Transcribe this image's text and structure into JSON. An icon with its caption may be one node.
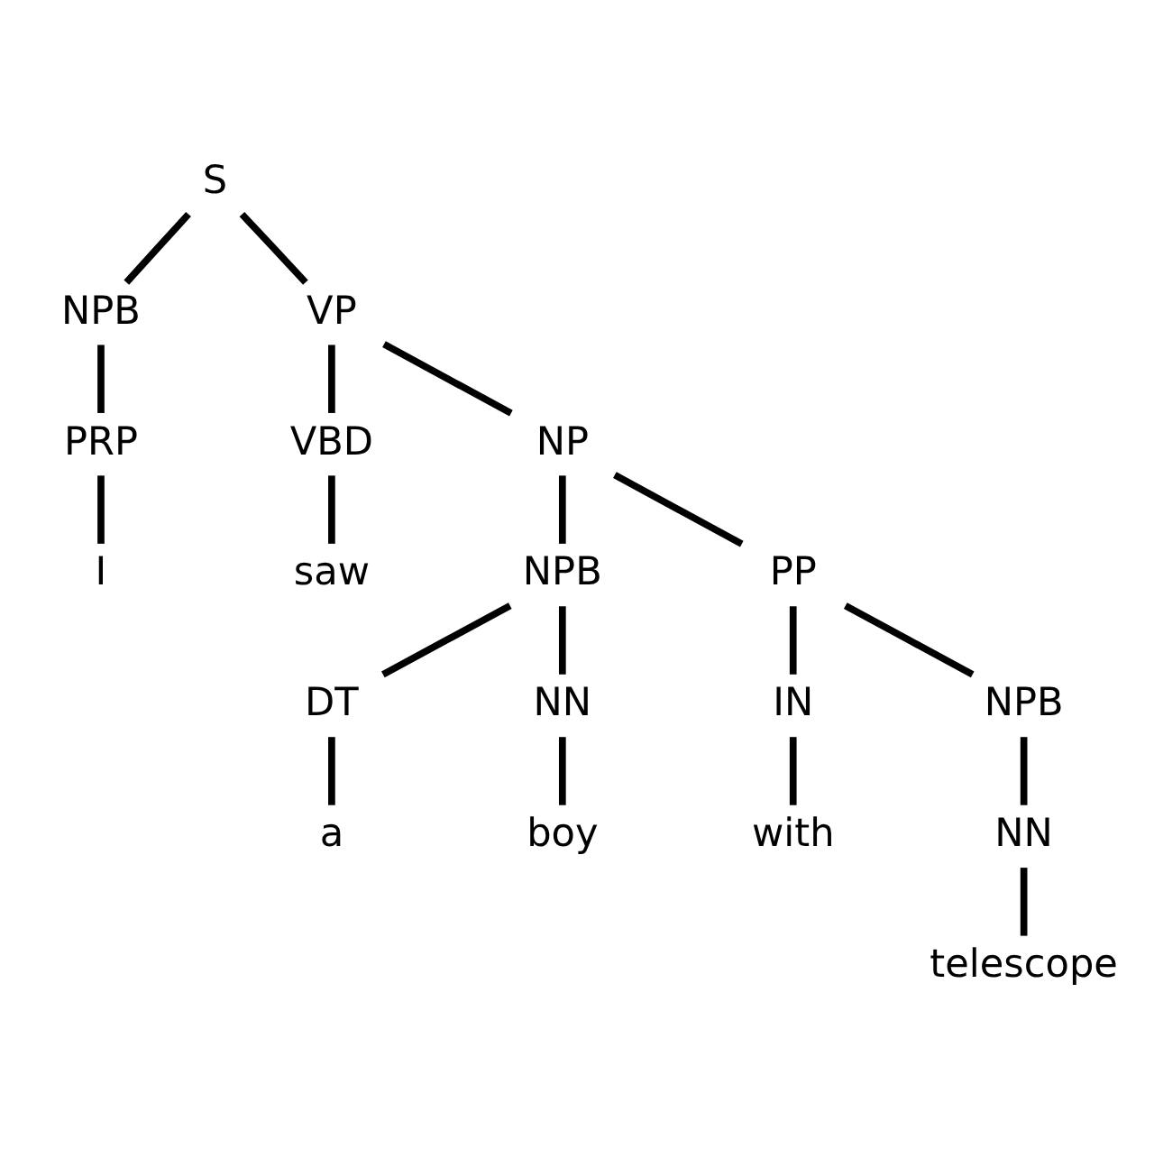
{
  "diagram": {
    "nodes": [
      {
        "text": [
          "S"
        ]
      },
      {
        "text": [
          "NPB"
        ]
      },
      {
        "text": [
          "VP"
        ]
      },
      {
        "text": [
          "PRP"
        ]
      },
      {
        "text": [
          "VBD"
        ]
      },
      {
        "text": [
          "NP"
        ]
      },
      {
        "text": [
          "I"
        ]
      },
      {
        "text": [
          "saw"
        ]
      },
      {
        "text": [
          "NPB"
        ]
      },
      {
        "text": [
          "PP"
        ]
      },
      {
        "text": [
          "DT"
        ]
      },
      {
        "text": [
          "NN"
        ]
      },
      {
        "text": [
          "IN"
        ]
      },
      {
        "text": [
          "NPB"
        ]
      },
      {
        "text": [
          "a"
        ]
      },
      {
        "text": [
          "boy"
        ]
      },
      {
        "text": [
          "with"
        ]
      },
      {
        "text": [
          "NN"
        ]
      },
      {
        "text": [
          "telescope"
        ]
      }
    ],
    "edges": [
      {
        "from": 0,
        "to": 1,
        "arrow": "none"
      },
      {
        "from": 0,
        "to": 2,
        "arrow": "none"
      },
      {
        "from": 1,
        "to": 3,
        "arrow": "none"
      },
      {
        "from": 3,
        "to": 6,
        "arrow": "none"
      },
      {
        "from": 2,
        "to": 4,
        "arrow": "none"
      },
      {
        "from": 2,
        "to": 5,
        "arrow": "none"
      },
      {
        "from": 4,
        "to": 7,
        "arrow": "none"
      },
      {
        "from": 5,
        "to": 8,
        "arrow": "none"
      },
      {
        "from": 5,
        "to": 9,
        "arrow": "none"
      },
      {
        "from": 8,
        "to": 10,
        "arrow": "none"
      },
      {
        "from": 8,
        "to": 11,
        "arrow": "none"
      },
      {
        "from": 10,
        "to": 14,
        "arrow": "none"
      },
      {
        "from": 11,
        "to": 15,
        "arrow": "none"
      },
      {
        "from": 9,
        "to": 12,
        "arrow": "none"
      },
      {
        "from": 9,
        "to": 13,
        "arrow": "none"
      },
      {
        "from": 12,
        "to": 16,
        "arrow": "none"
      },
      {
        "from": 13,
        "to": 17,
        "arrow": "none"
      },
      {
        "from": 17,
        "to": 18,
        "arrow": "none"
      }
    ]
  }
}
